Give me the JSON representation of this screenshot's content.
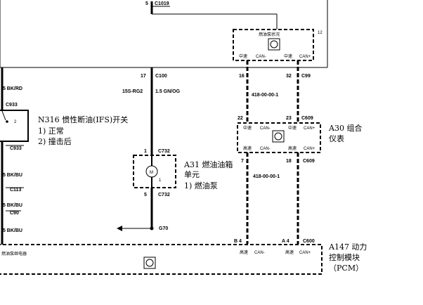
{
  "top_conn": {
    "pin": "5",
    "id": "C1019"
  },
  "c100": {
    "pin": "17",
    "id": "C100",
    "wire_code": "15S-RG2",
    "wire_color": "1.5 GN/OG"
  },
  "c99": {
    "pin_left": "16",
    "pin_right": "32",
    "id": "C99"
  },
  "fuel_status_box": {
    "label": "燃油泵状况",
    "pin": "12",
    "left_label": "中速",
    "can_minus": "CAN-",
    "right_label": "中速",
    "can_plus": "CAN+"
  },
  "can_bus_upper": {
    "code": "418-00-00-1"
  },
  "c609_top": {
    "pin_left": "22",
    "pin_right": "23",
    "id": "C609"
  },
  "a30": {
    "left_label1": "中速",
    "can_minus1": "CAN-",
    "right_label1": "中速",
    "can_plus1": "CAN+",
    "left_label2": "高速",
    "can_minus2": "CAN-",
    "right_label2": "高速",
    "can_plus2": "CAN+",
    "title_line1": "A30 组合",
    "title_line2": "仪表"
  },
  "c609_bottom": {
    "pin_left": "7",
    "pin_right": "18",
    "id": "C609"
  },
  "can_bus_lower": {
    "code": "418-00-00-1"
  },
  "c600": {
    "pin_left": "B 4",
    "pin_right": "A 4",
    "id": "C600"
  },
  "a147": {
    "left_label": "高速",
    "can_minus": "CAN-",
    "right_label": "高速",
    "can_plus": "CAN+",
    "title_line1": "A147 动力",
    "title_line2": "控制模块",
    "title_line3": "（PCM）"
  },
  "left_side": {
    "wire1": ".5 BK/RD",
    "c933_top": "C933",
    "switch_pin": "2",
    "c933_bottom": "C933",
    "wire2": ".5 BK/BU",
    "c113": "C113",
    "wire3": ".5 BK/BU",
    "c90": "C90",
    "wire4": ".5 BK/BU",
    "relay_label": "燃油泵继电器"
  },
  "n316": {
    "title": "N316 惯性断油(IFS)开关",
    "item1": "1)  正常",
    "item2": "2)  撞击后"
  },
  "c732_top": {
    "pin": "1",
    "id": "C732"
  },
  "a31": {
    "motor_symbol": "M",
    "motor_pin": "1",
    "title_line1": "A31 燃油油箱",
    "title_line2": "单元",
    "item1": "1)  燃油泵"
  },
  "c732_bottom": {
    "pin": "5",
    "id": "C732"
  },
  "g70": {
    "id": "G70"
  }
}
